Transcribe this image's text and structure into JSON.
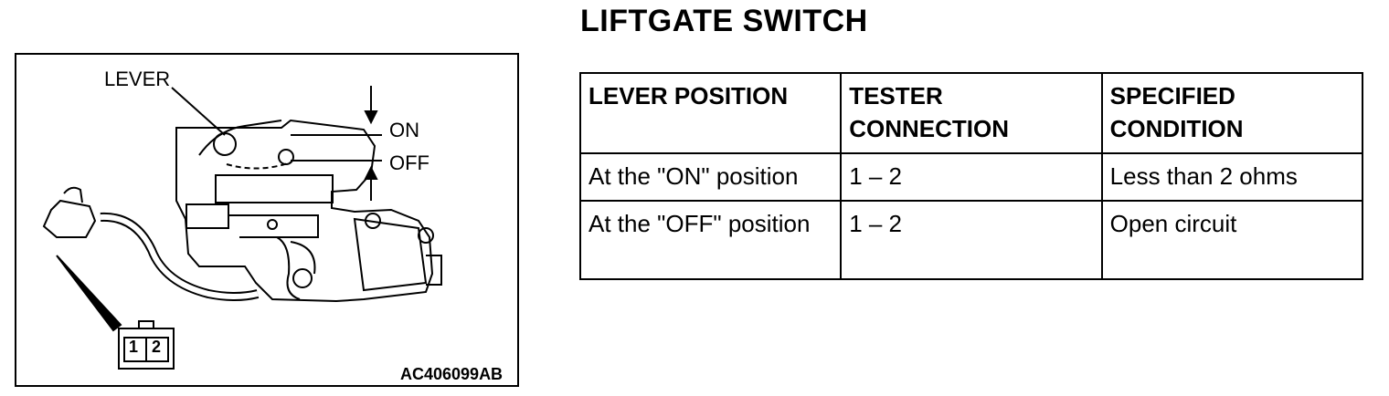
{
  "figure": {
    "lever_label": "LEVER",
    "on_label": "ON",
    "off_label": "OFF",
    "figure_code": "AC406099AB",
    "connector_pins": [
      "1",
      "2"
    ]
  },
  "title": "LIFTGATE SWITCH",
  "table": {
    "headers": [
      "LEVER POSITION",
      "TESTER CONNECTION",
      "SPECIFIED CONDITION"
    ],
    "rows": [
      [
        "At the \"ON\" position",
        "1 – 2",
        "Less than 2 ohms"
      ],
      [
        "At the \"OFF\" position",
        "1 – 2",
        "Open circuit"
      ]
    ]
  }
}
